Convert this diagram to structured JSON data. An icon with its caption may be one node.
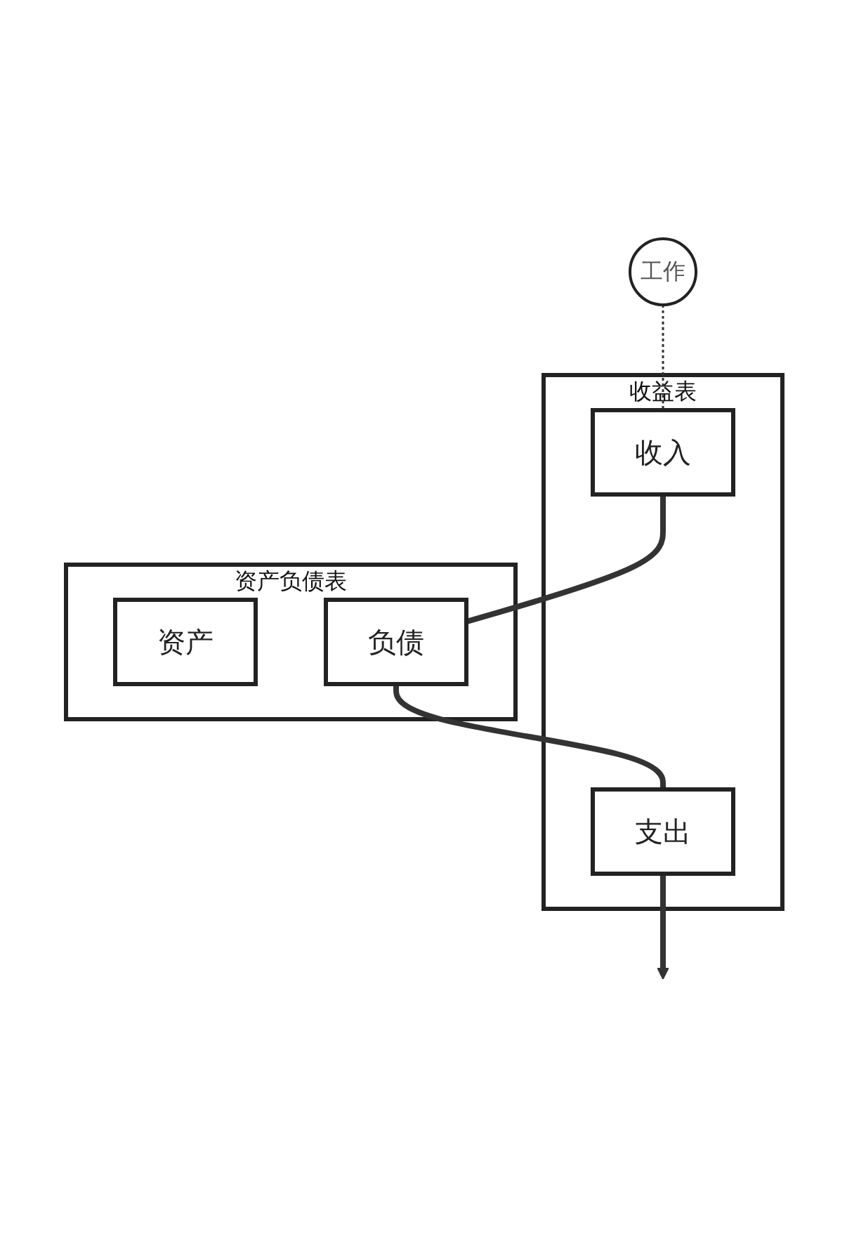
{
  "diagram": {
    "nodes": [
      {
        "text": [
          "收益表"
        ]
      },
      {
        "text": [
          "收入"
        ],
        "in": 0
      },
      {
        "text": [
          "支出"
        ],
        "in": 0
      },
      {
        "text": [
          "资产负债表"
        ]
      },
      {
        "text": [
          "资产"
        ],
        "in": 3
      },
      {
        "text": [
          "负债"
        ],
        "in": 3
      },
      {
        "text": [
          "工作"
        ]
      }
    ],
    "edges": [
      {
        "from": 6,
        "to": 1,
        "arrow": "none",
        "style": "dashed"
      },
      {
        "from": 1,
        "to": 5,
        "arrow": "none"
      },
      {
        "from": 5,
        "to": 2,
        "arrow": "none"
      },
      {
        "from": 2,
        "to": null,
        "arrow": "to"
      }
    ]
  }
}
